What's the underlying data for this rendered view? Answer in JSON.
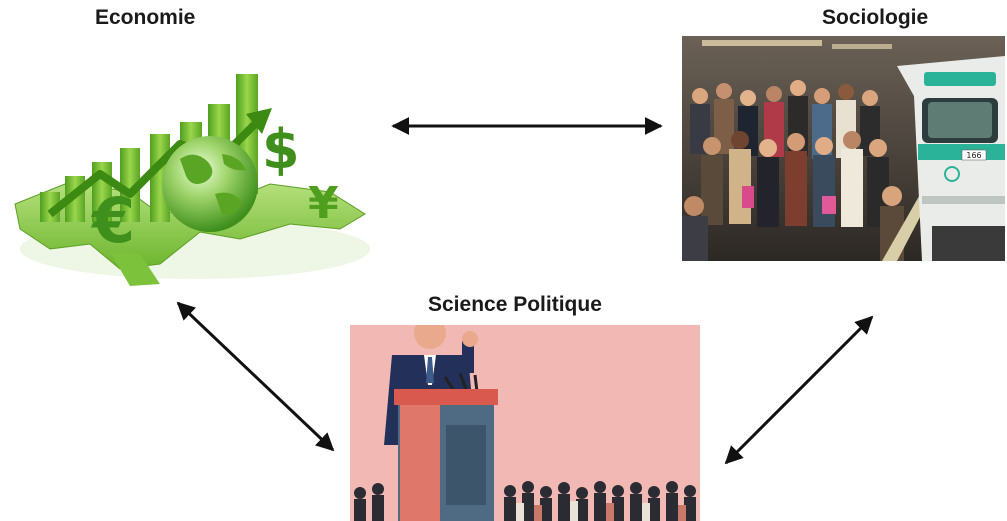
{
  "nodes": {
    "economie": {
      "label": "Economie"
    },
    "sociologie": {
      "label": "Sociologie",
      "train_number": "166"
    },
    "politique": {
      "label": "Science Politique"
    }
  },
  "edges": [
    {
      "from": "economie",
      "to": "sociologie",
      "direction": "both"
    },
    {
      "from": "economie",
      "to": "politique",
      "direction": "both"
    },
    {
      "from": "sociologie",
      "to": "politique",
      "direction": "both"
    }
  ],
  "colors": {
    "arrow": "#111111",
    "politique_background": "#f2b8b3",
    "economie_green": "#6cb52d",
    "train_green": "#2bb39a"
  }
}
